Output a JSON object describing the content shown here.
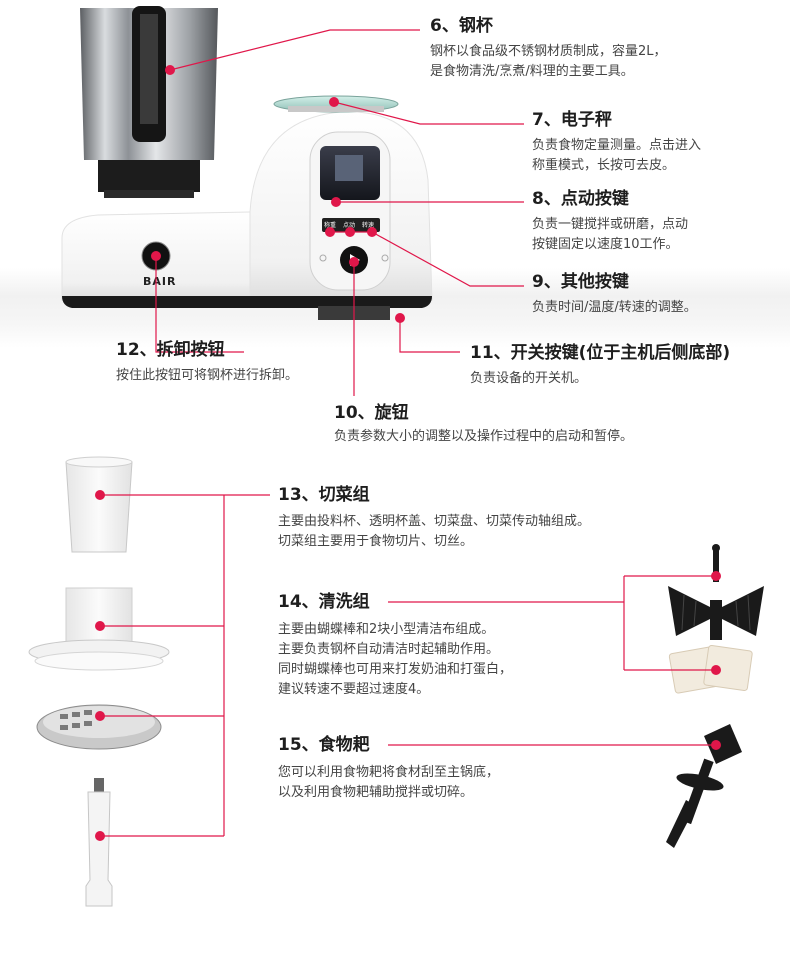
{
  "logo_text": "BAIR",
  "panel_buttons": [
    "称重",
    "点动",
    "转速"
  ],
  "accent_color": "#e0174a",
  "parts": [
    {
      "title": "6、钢杯",
      "desc": [
        "钢杯以食品级不锈钢材质制成，容量2L，",
        "是食物清洗/烹煮/料理的主要工具。"
      ]
    },
    {
      "title": "7、电子秤",
      "desc": [
        "负责食物定量测量。点击进入",
        "称重模式，长按可去皮。"
      ]
    },
    {
      "title": "8、点动按键",
      "desc": [
        "负责一键搅拌或研磨，点动",
        "按键固定以速度10工作。"
      ]
    },
    {
      "title": "9、其他按键",
      "desc": [
        "负责时间/温度/转速的调整。"
      ]
    },
    {
      "title": "11、开关按键(位于主机后侧底部)",
      "desc": [
        "负责设备的开关机。"
      ]
    },
    {
      "title": "12、拆卸按钮",
      "desc": [
        "按住此按钮可将钢杯进行拆卸。"
      ]
    },
    {
      "title": "10、旋钮",
      "desc": [
        "负责参数大小的调整以及操作过程中的启动和暂停。"
      ]
    },
    {
      "title": "13、切菜组",
      "desc": [
        "主要由投料杯、透明杯盖、切菜盘、切菜传动轴组成。",
        "切菜组主要用于食物切片、切丝。"
      ]
    },
    {
      "title": "14、清洗组",
      "desc": [
        "主要由蝴蝶棒和2块小型清洁布组成。",
        "主要负责钢杯自动清洁时起辅助作用。",
        "同时蝴蝶棒也可用来打发奶油和打蛋白，",
        "建议转速不要超过速度4。"
      ]
    },
    {
      "title": "15、食物耙",
      "desc": [
        "您可以利用食物耙将食材刮至主锅底，",
        "以及利用食物耙辅助搅拌或切碎。"
      ]
    }
  ]
}
